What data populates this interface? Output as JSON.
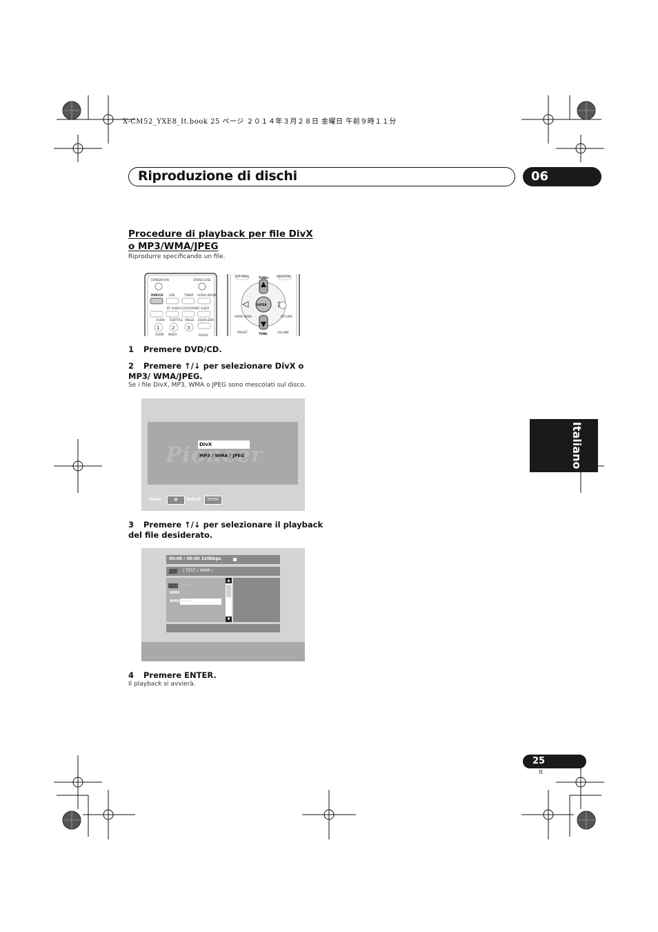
{
  "print_info": "X-CM52_YXE8_It.book  25 ページ  ２０１４年３月２８日  金曜日  午前９時１１分",
  "header": {
    "title": "Riproduzione di dischi",
    "chapter": "06"
  },
  "language_tab": "Italiano",
  "section": {
    "title": "Procedure di playback per file DivX o MP3/WMA/JPEG",
    "intro": "Riprodurre specificando un file."
  },
  "remote": {
    "left_labels": [
      "STANDBY/ON",
      "OPEN/CLOSE",
      "DVD/CD",
      "USB",
      "TUNER",
      "AUDIO IN/LINE",
      "BT AUDIO",
      "CLOCK/TIMER",
      "SLEEP",
      "AUDIO",
      "SUBTITLE",
      "ANGLE",
      "EQUALIZER",
      "1",
      "2",
      "3",
      "ZOOM",
      "INDEX",
      "P.BASS"
    ],
    "right_labels": [
      "TOP MENU",
      "MENU/PBC",
      "TUNE+",
      "ENTER",
      "TUNE–",
      "HOME MENU",
      "RETURN",
      "PRESET",
      "VOLUME"
    ]
  },
  "steps": [
    {
      "num": "1",
      "text": "Premere DVD/CD."
    },
    {
      "num": "2",
      "text": "Premere ↑/↓ per selezionare DivX o MP3/ WMA/JPEG.",
      "note": "Se i file DivX, MP3, WMA o JPEG sono mescolati sul disco."
    },
    {
      "num": "3",
      "text": "Premere ↑/↓ per selezionare il playback del file desiderato."
    },
    {
      "num": "4",
      "text": "Premere ENTER.",
      "note": "Il playback si avvierà."
    }
  ],
  "screen1": {
    "options": [
      "DivX",
      "MP3 / WMA / JPEG"
    ],
    "brand": "Pioneer",
    "move_label": "Move",
    "select_label": "Select",
    "enter_label": "ENTER"
  },
  "screen2": {
    "status": "00:00 / 00:00   320kbps",
    "path": "/ TEST /  WMA /",
    "items": [
      {
        "icon": "folder-icon",
        "name": "- - - -"
      },
      {
        "icon": "wma-icon",
        "label": "WMA",
        "name": "- - - -"
      },
      {
        "icon": "wma-icon",
        "label": "WMA",
        "name": "- - - -"
      }
    ]
  },
  "footer": {
    "page": "25",
    "lang": "It"
  }
}
